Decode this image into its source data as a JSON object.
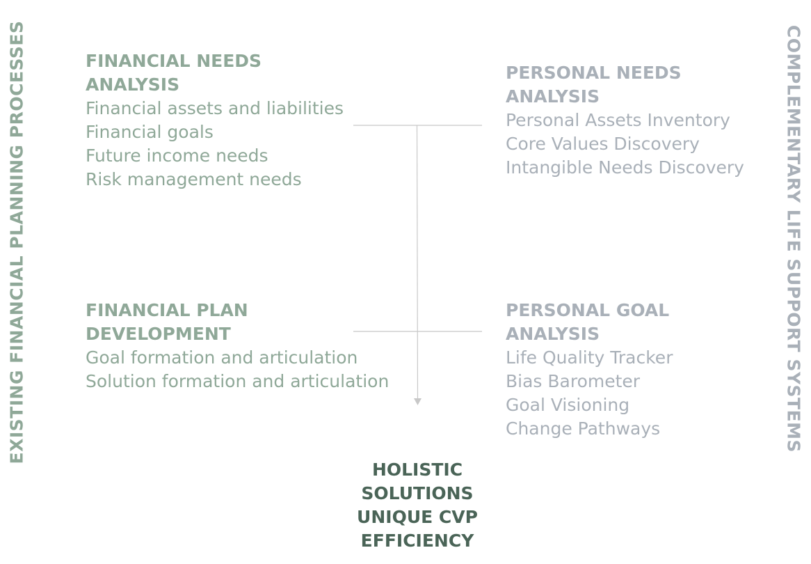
{
  "left_side_label": "EXISTING FINANCIAL PLANNING PROCESSES",
  "right_side_label": "COMPLEMENTARY LIFE SUPPORT SYSTEMS",
  "financial_needs": {
    "title_lines": [
      "FINANCIAL NEEDS",
      "ANALYSIS"
    ],
    "items": [
      "Financial assets and liabilities",
      "Financial goals",
      "Future income needs",
      "Risk management needs"
    ]
  },
  "financial_plan": {
    "title_lines": [
      "FINANCIAL PLAN",
      "DEVELOPMENT"
    ],
    "items": [
      "Goal formation and articulation",
      "Solution formation and articulation"
    ]
  },
  "personal_needs": {
    "title_lines": [
      "PERSONAL NEEDS",
      "ANALYSIS"
    ],
    "items": [
      "Personal Assets Inventory",
      "Core Values Discovery",
      "Intangible Needs Discovery"
    ]
  },
  "personal_goal": {
    "title_lines": [
      "PERSONAL GOAL",
      "ANALYSIS"
    ],
    "items": [
      "Life Quality Tracker",
      "Bias Barometer",
      "Goal Visioning",
      "Change Pathways"
    ]
  },
  "outcome_lines": [
    "HOLISTIC",
    "SOLUTIONS",
    "UNIQUE CVP",
    "EFFICIENCY"
  ],
  "colors": {
    "financial_text": "#8fa898",
    "personal_text": "#a9b0b8",
    "outcome_text": "#4a6457",
    "connector_line": "#c8c8c8"
  }
}
